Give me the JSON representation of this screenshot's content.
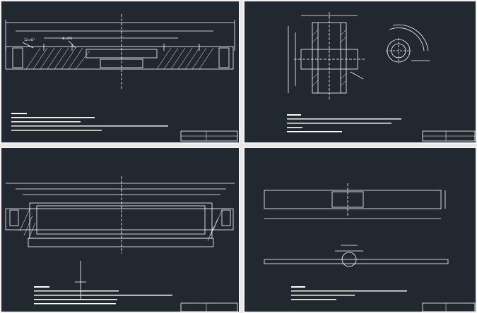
{
  "sheets": [
    {
      "id": "sheet-1-flange-section",
      "annotations": {
        "chamfer": "12×45°",
        "dim": "Φ=470"
      }
    },
    {
      "id": "sheet-2-shaft-detail",
      "annotations": {}
    },
    {
      "id": "sheet-3-ring-section",
      "annotations": {}
    },
    {
      "id": "sheet-4-bar-and-lever",
      "annotations": {}
    }
  ],
  "colors": {
    "background": "#212830",
    "linework": "#ffffff",
    "border": "#f2f2f2"
  }
}
